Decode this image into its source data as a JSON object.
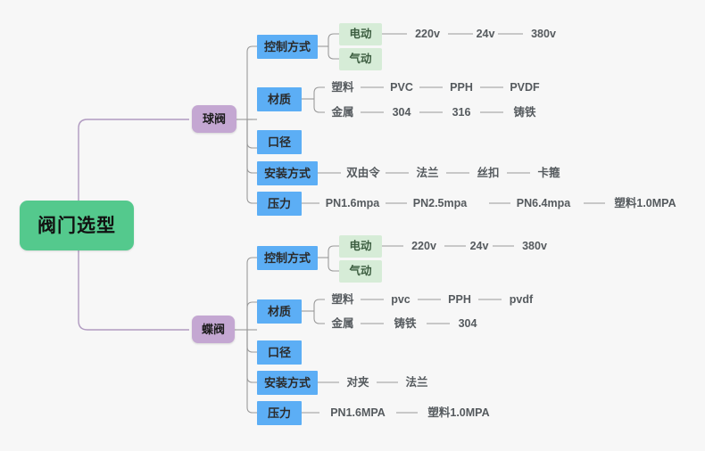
{
  "diagram": {
    "type": "mindmap",
    "title": "阀门选型",
    "background": "#f7f7f7",
    "colors": {
      "root": "#54c98d",
      "branch": "#c4a7d2",
      "category": "#5caef5",
      "option": "#d6ecd7",
      "leaf_text": "#555a5e",
      "root_link": "#b09ac0",
      "child_link": "#9a9a9a"
    }
  },
  "root": {
    "label": "阀门选型"
  },
  "branches": [
    {
      "label": "球阀",
      "categories": [
        {
          "label": "控制方式",
          "options": [
            {
              "label": "电动",
              "leaves": [
                "220v",
                "24v",
                "380v"
              ]
            },
            {
              "label": "气动",
              "leaves": []
            }
          ]
        },
        {
          "label": "材质",
          "options": [
            {
              "label": "塑料",
              "leaves": [
                "PVC",
                "PPH",
                "PVDF"
              ]
            },
            {
              "label": "金属",
              "leaves": [
                "304",
                "316",
                "铸铁"
              ]
            }
          ]
        },
        {
          "label": "口径",
          "options": []
        },
        {
          "label": "安装方式",
          "leaves": [
            "双由令",
            "法兰",
            "丝扣",
            "卡箍"
          ]
        },
        {
          "label": "压力",
          "leaves": [
            "PN1.6mpa",
            "PN2.5mpa",
            "PN6.4mpa",
            "塑料1.0MPA"
          ]
        }
      ]
    },
    {
      "label": "蝶阀",
      "categories": [
        {
          "label": "控制方式",
          "options": [
            {
              "label": "电动",
              "leaves": [
                "220v",
                "24v",
                "380v"
              ]
            },
            {
              "label": "气动",
              "leaves": []
            }
          ]
        },
        {
          "label": "材质",
          "options": [
            {
              "label": "塑料",
              "leaves": [
                "pvc",
                "PPH",
                "pvdf"
              ]
            },
            {
              "label": "金属",
              "leaves": [
                "铸铁",
                "304"
              ]
            }
          ]
        },
        {
          "label": "口径",
          "options": []
        },
        {
          "label": "安装方式",
          "leaves": [
            "对夹",
            "法兰"
          ]
        },
        {
          "label": "压力",
          "leaves": [
            "PN1.6MPA",
            "塑料1.0MPA"
          ]
        }
      ]
    }
  ]
}
